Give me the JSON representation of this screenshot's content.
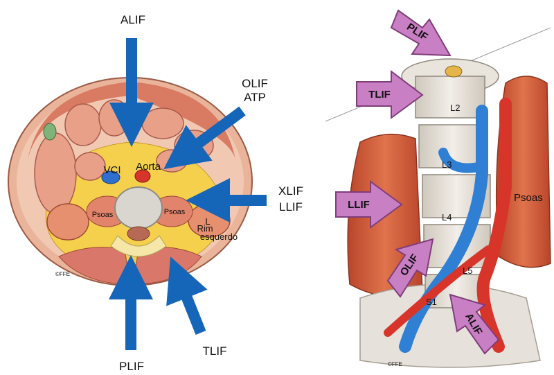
{
  "left_panel": {
    "approaches": {
      "alif": "ALIF",
      "olif_line1": "OLIF",
      "olif_line2": "ATP",
      "xlif_line1": "XLIF",
      "xlif_line2": "LLIF",
      "plif": "PLIF",
      "tlif": "TLIF"
    },
    "anatomy": {
      "vci": "VCI",
      "aorta": "Aorta",
      "psoas_left": "Psoas",
      "psoas_right": "Psoas",
      "kidney_line1": "Rim",
      "kidney_line2": "esquerdo",
      "kidney_letter": "L"
    },
    "copyright": "©FFE"
  },
  "right_panel": {
    "approaches": {
      "plif": "PLIF",
      "tlif": "TLIF",
      "llif": "LLIF",
      "olif": "OLIF",
      "alif": "ALIF"
    },
    "vertebrae": {
      "l2": "L2",
      "l3": "L3",
      "l4": "L4",
      "l5": "L5",
      "s1": "S1"
    },
    "psoas": "Psoas",
    "copyright": "©FFE"
  },
  "colors": {
    "arrow_blue": "#1565b8",
    "arrow_pink": "#c97fc4",
    "muscle": "#d8653f",
    "fat": "#f3cf4a",
    "skin": "#ebb49b",
    "vein": "#2f7fd4",
    "artery": "#d8352a",
    "bone": "#e9e4dc"
  }
}
